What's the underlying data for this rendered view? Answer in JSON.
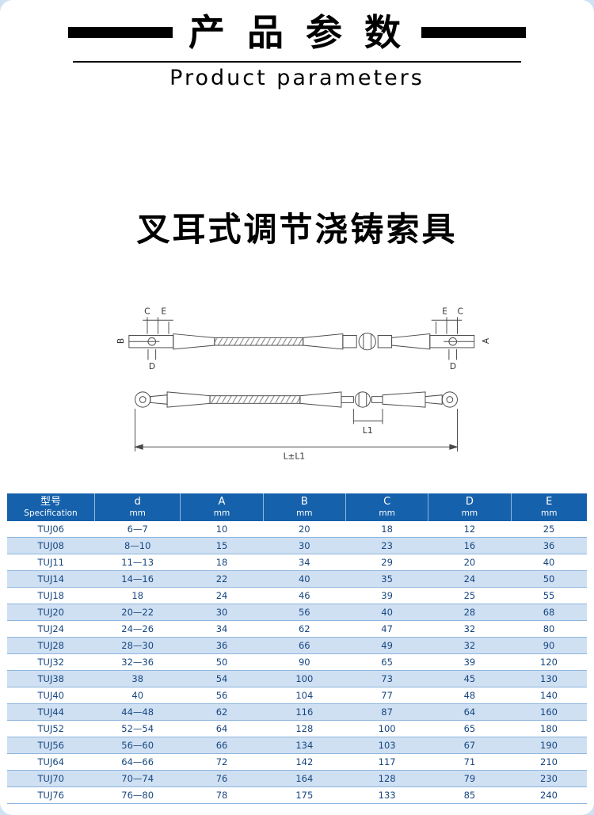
{
  "header": {
    "title_cn": "产 品 参 数",
    "title_en": "Product parameters"
  },
  "product_title": "叉耳式调节浇铸索具",
  "diagram": {
    "labels": {
      "c_left": "C",
      "e_left": "E",
      "e_right": "E",
      "c_right": "C",
      "b_left": "B",
      "d_left": "D",
      "a_right": "A",
      "d_right": "D",
      "l1": "L1",
      "l_total": "L±L1"
    }
  },
  "table": {
    "headers": [
      {
        "line1": "型号",
        "line2": "Specification"
      },
      {
        "line1": "d",
        "line2": "mm"
      },
      {
        "line1": "A",
        "line2": "mm"
      },
      {
        "line1": "B",
        "line2": "mm"
      },
      {
        "line1": "C",
        "line2": "mm"
      },
      {
        "line1": "D",
        "line2": "mm"
      },
      {
        "line1": "E",
        "line2": "mm"
      }
    ],
    "rows": [
      [
        "TUJ06",
        "6—7",
        "10",
        "20",
        "18",
        "12",
        "25"
      ],
      [
        "TUJ08",
        "8—10",
        "15",
        "30",
        "23",
        "16",
        "36"
      ],
      [
        "TUJ11",
        "11—13",
        "18",
        "34",
        "29",
        "20",
        "40"
      ],
      [
        "TUJ14",
        "14—16",
        "22",
        "40",
        "35",
        "24",
        "50"
      ],
      [
        "TUJ18",
        "18",
        "24",
        "46",
        "39",
        "25",
        "55"
      ],
      [
        "TUJ20",
        "20—22",
        "30",
        "56",
        "40",
        "28",
        "68"
      ],
      [
        "TUJ24",
        "24—26",
        "34",
        "62",
        "47",
        "32",
        "80"
      ],
      [
        "TUJ28",
        "28—30",
        "36",
        "66",
        "49",
        "32",
        "90"
      ],
      [
        "TUJ32",
        "32—36",
        "50",
        "90",
        "65",
        "39",
        "120"
      ],
      [
        "TUJ38",
        "38",
        "54",
        "100",
        "73",
        "45",
        "130"
      ],
      [
        "TUJ40",
        "40",
        "56",
        "104",
        "77",
        "48",
        "140"
      ],
      [
        "TUJ44",
        "44—48",
        "62",
        "116",
        "87",
        "64",
        "160"
      ],
      [
        "TUJ52",
        "52—54",
        "64",
        "128",
        "100",
        "65",
        "180"
      ],
      [
        "TUJ56",
        "56—60",
        "66",
        "134",
        "103",
        "67",
        "190"
      ],
      [
        "TUJ64",
        "64—66",
        "72",
        "142",
        "117",
        "71",
        "210"
      ],
      [
        "TUJ70",
        "70—74",
        "76",
        "164",
        "128",
        "79",
        "230"
      ],
      [
        "TUJ76",
        "76—80",
        "78",
        "175",
        "133",
        "85",
        "240"
      ]
    ]
  },
  "colors": {
    "header_bg": "#1661ab",
    "row_alt": "#cfe0f3",
    "body_text": "#17467f",
    "page_frame": "#cfe2f4"
  }
}
